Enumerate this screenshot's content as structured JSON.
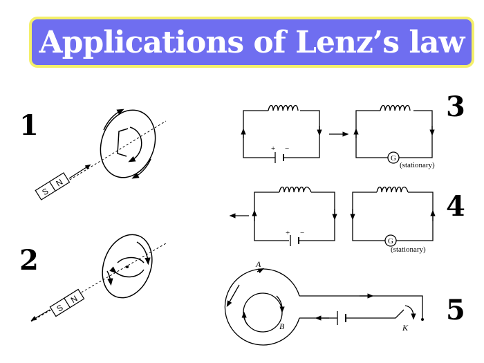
{
  "title": "Applications of Lenz’s law",
  "panels": {
    "p1": {
      "number": "1",
      "magnet_s": "S",
      "magnet_n": "N"
    },
    "p2": {
      "number": "2",
      "magnet_s": "S",
      "magnet_n": "N"
    },
    "p3": {
      "number": "3",
      "meter": "G",
      "meter_note": "(stationary)",
      "battery_plus": "+",
      "battery_minus": "−"
    },
    "p4": {
      "number": "4",
      "meter": "G",
      "meter_note": "(stationary)",
      "battery_plus": "+",
      "battery_minus": "−"
    },
    "p5": {
      "number": "5",
      "label_a": "A",
      "label_b": "B",
      "label_k": "K"
    }
  },
  "colors": {
    "banner": "#6f6ef0",
    "banner_border": "#f4ef6a",
    "ink": "#000000"
  }
}
